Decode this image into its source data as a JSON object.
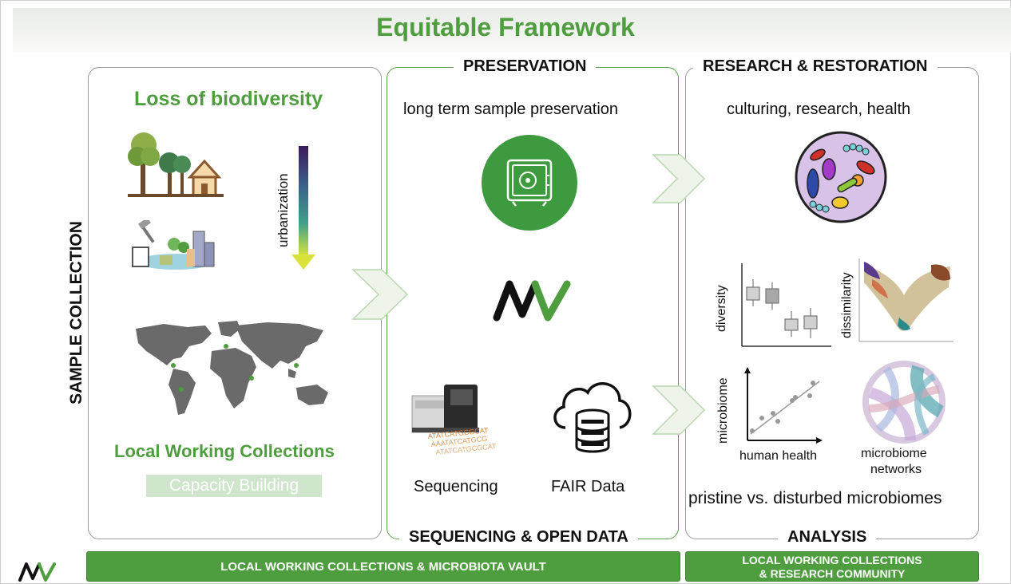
{
  "header": {
    "title": "Equitable Framework"
  },
  "sections": {
    "sample_collection": "SAMPLE COLLECTION",
    "preservation": "PRESERVATION",
    "research_restoration": "RESEARCH & RESTORATION",
    "sequencing_open_data": "SEQUENCING & OPEN DATA",
    "analysis": "ANALYSIS"
  },
  "left": {
    "loss_title": "Loss of biodiversity",
    "urbanization": "urbanization",
    "local_collections": "Local Working Collections",
    "capacity_building": "Capacity Building"
  },
  "middle": {
    "preservation_text": "long term sample preservation",
    "sequencing": "Sequencing",
    "fair_data": "FAIR Data",
    "dna_lines": [
      "ATATCATGCGCAT",
      "AAATATCATGCG",
      "ATATCATGCGCAT"
    ]
  },
  "right": {
    "culturing": "culturing, research, health",
    "diversity": "diversity",
    "dissimilarity": "dissimilarity",
    "microbiome": "microbiome",
    "human_health": "human health",
    "networks_line1": "microbiome",
    "networks_line2": "networks",
    "pristine": "pristine vs. disturbed microbiomes"
  },
  "footer": {
    "left_bar": "LOCAL WORKING COLLECTIONS & MICROBIOTA VAULT",
    "right_bar_line1": "LOCAL WORKING COLLECTIONS",
    "right_bar_line2": "& RESEARCH COMMUNITY"
  },
  "colors": {
    "brand_green": "#4e9d3e",
    "light_green": "#cfe6cc",
    "arrow_fill": "#eef4ea"
  },
  "icons": [
    "forest-hut-icon",
    "urban-city-icon",
    "world-map-icon",
    "vault-safe-icon",
    "mv-logo-icon",
    "sequencer-icon",
    "cloud-database-icon",
    "petri-dish-icon",
    "boxplot-icon",
    "scatter-pcoa-icon",
    "regression-plot-icon",
    "chord-network-icon"
  ]
}
